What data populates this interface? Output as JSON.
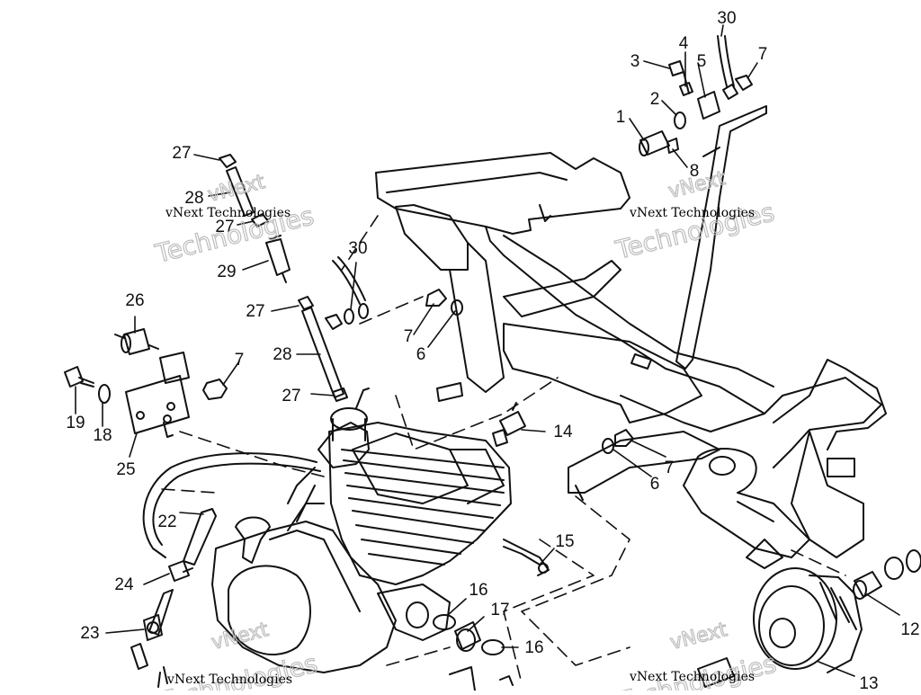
{
  "diagram": {
    "callouts": {
      "c1": "1",
      "c2": "2",
      "c3": "3",
      "c4": "4",
      "c5": "5",
      "c6a": "6",
      "c6b": "6",
      "c7a": "7",
      "c7b": "7",
      "c7c": "7",
      "c7d": "7",
      "c8": "8",
      "c12": "12",
      "c13": "13",
      "c14": "14",
      "c15": "15",
      "c16a": "16",
      "c16b": "16",
      "c17": "17",
      "c18": "18",
      "c19": "19",
      "c22": "22",
      "c23": "23",
      "c24": "24",
      "c25": "25",
      "c26": "26",
      "c27a": "27",
      "c27b": "27",
      "c27c": "27",
      "c27d": "27",
      "c28a": "28",
      "c28b": "28",
      "c29": "29",
      "c30a": "30",
      "c30b": "30"
    },
    "watermark": {
      "line1": "vNext Technologies",
      "big_top": "vNext",
      "big_bottom": "Technologies"
    }
  }
}
